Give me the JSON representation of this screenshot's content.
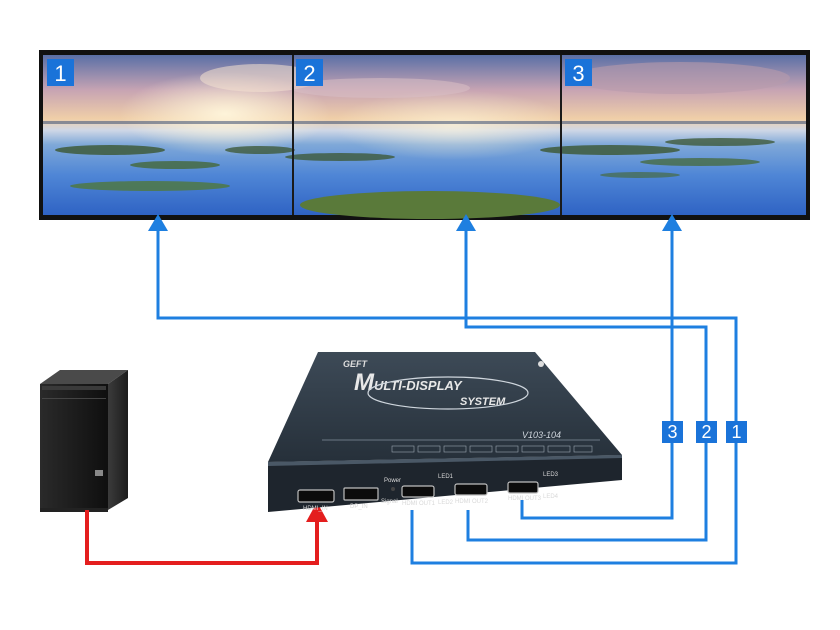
{
  "displays": [
    {
      "number": "1"
    },
    {
      "number": "2"
    },
    {
      "number": "3"
    }
  ],
  "cable_labels": [
    "3",
    "2",
    "1"
  ],
  "device": {
    "logo": "GEFT",
    "title_initial": "M",
    "title_line1": "ULTI-DISPLAY",
    "title_line2": "SYSTEM",
    "model": "V103-104",
    "port_labels": {
      "hdmi_in": "HDMI_IN",
      "dp_in": "DP_IN",
      "power": "Power",
      "signal": "Signal",
      "led1": "LED1",
      "led2": "LED2",
      "led3": "LED3",
      "led4": "LED4",
      "hdmi_out1": "HDMI OUT1",
      "hdmi_out2": "HDMI OUT2",
      "hdmi_out3": "HDMI OUT3"
    }
  },
  "colors": {
    "blue_cable": "#1e7fe0",
    "red_cable": "#e41e1e",
    "badge": "#1a73d9"
  }
}
